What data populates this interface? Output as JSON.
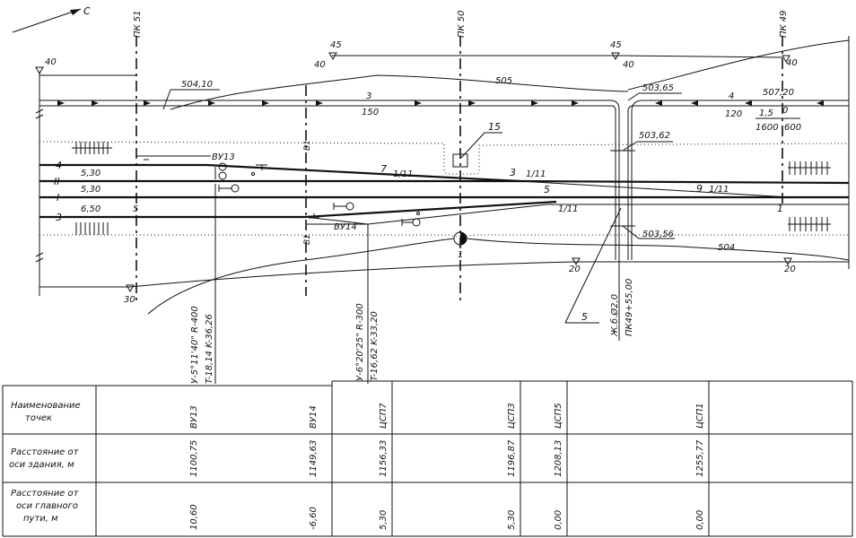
{
  "north_arrow": "С",
  "pickets": [
    "ПК 51",
    "ПК 50",
    "ПК 49"
  ],
  "elevations": [
    "40",
    "45",
    "40",
    "45",
    "40",
    "40",
    "30",
    "20",
    "20"
  ],
  "route_labels": [
    "504,10",
    "505",
    "503,65",
    "507,20",
    "503,62",
    "503,56",
    "504"
  ],
  "track_numbers": [
    "4",
    "II",
    "I",
    "3"
  ],
  "spacing_labels": [
    "5,30",
    "5,30",
    "6,50"
  ],
  "line_labels": [
    "3",
    "150",
    "4",
    "120",
    "1,5",
    "0",
    "1600",
    "600",
    "1/11",
    "1/11",
    "1/11",
    "1/11",
    "7",
    "3",
    "5",
    "1",
    "9",
    "1",
    "5",
    "5",
    "15"
  ],
  "signal_labels": [
    "ВУ13",
    "ВУ14"
  ],
  "section_labels": [
    "В1",
    "В1"
  ],
  "vertical_notes": [
    "У-5°11'40\" R-400",
    "T-18,14  K-36,26",
    "У-6°20'25\" R-300",
    "T-16,62  K-33,20",
    "Ж.б.Ø2,0",
    "ПК49+55,00"
  ],
  "table": {
    "rows": [
      {
        "header": [
          "Наименование",
          "точек"
        ],
        "cells": [
          "ВУ13",
          "ВУ14",
          "ЦСП7",
          "ЦСП3",
          "ЦСП5",
          "ЦСП1"
        ]
      },
      {
        "header": [
          "Расстояние от",
          "оси здания, м"
        ],
        "cells": [
          "1100,75",
          "1149,63",
          "1156,33",
          "1196,87",
          "1208,13",
          "1255,77"
        ]
      },
      {
        "header": [
          "Расстояние от",
          "оси главного",
          "пути, м"
        ],
        "cells": [
          "10,60",
          "-6,60",
          "5,30",
          "5,30",
          "0,00",
          "0,00"
        ]
      }
    ]
  }
}
